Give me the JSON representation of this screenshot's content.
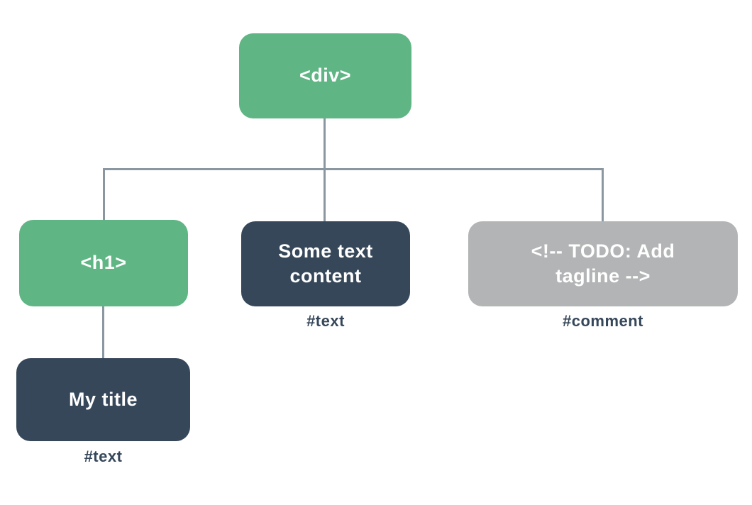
{
  "colors": {
    "element_node_green": "#5fb583",
    "text_node_navy": "#36475a",
    "comment_node_gray": "#b3b4b5",
    "connector_line": "#8a97a0",
    "caption_text": "#36475a",
    "node_label_text": "#ffffff",
    "background": "#ffffff"
  },
  "tree": {
    "root": {
      "label": "<div>",
      "type": "element"
    },
    "children": [
      {
        "label": "<h1>",
        "type": "element"
      },
      {
        "label": "Some text content",
        "type": "text",
        "caption": "#text"
      },
      {
        "label": "<!-- TODO: Add tagline  -->",
        "type": "comment",
        "caption": "#comment"
      }
    ],
    "h1_children": [
      {
        "label": "My title",
        "type": "text",
        "caption": "#text"
      }
    ]
  }
}
